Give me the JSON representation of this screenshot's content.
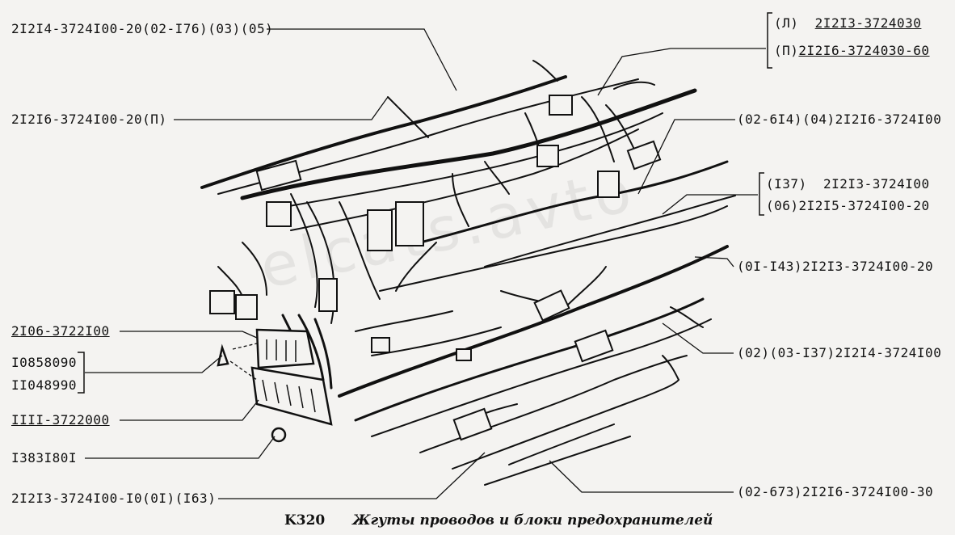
{
  "labels": {
    "l1": "2I2I4-3724I00-20(02-I76)(03)(05)",
    "l2": "2I2I6-3724I00-20(П)",
    "r1a_prefix": "(Л)",
    "r1a_code": "2I2I3-3724030",
    "r1b_prefix": "(П)",
    "r1b_code": "2I2I6-3724030-60",
    "r2": "(02-6I4)(04)2I2I6-3724I00",
    "r3a_prefix": "(I37)",
    "r3a_code": "2I2I3-3724I00",
    "r3b": "(06)2I2I5-3724I00-20",
    "r4": "(0I-I43)2I2I3-3724I00-20",
    "r5": "(02)(03-I37)2I2I4-3724I00",
    "r6": "(02-673)2I2I6-3724I00-30",
    "p1": "2I06-3722I00",
    "p2a": "I0858090",
    "p2b": "II048990",
    "p3": "IIII-3722000",
    "p4": "I383I80I",
    "b1": "2I2I3-3724I00-I0(0I)(I63)"
  },
  "caption": {
    "code": "K320",
    "title": "Жгуты проводов и блоки предохранителей"
  },
  "watermark": "elcats.avto"
}
